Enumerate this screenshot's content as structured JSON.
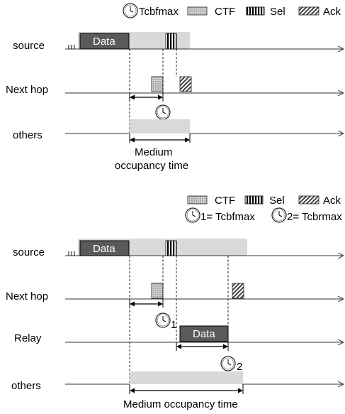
{
  "top": {
    "legend": {
      "clock_label": "Tcbfmax",
      "ctf": "CTF",
      "sel": "Sel",
      "ack": "Ack"
    },
    "rows": {
      "source": "source",
      "next_hop": "Next hop",
      "others": "others"
    },
    "data_label": "Data",
    "medium_label_line1": "Medium",
    "medium_label_line2": "occupancy time"
  },
  "bottom": {
    "legend": {
      "ctf": "CTF",
      "sel": "Sel",
      "ack": "Ack",
      "clock1_text": "1= Tcbfmax",
      "clock2_text": "2= Tcbrmax"
    },
    "rows": {
      "source": "source",
      "next_hop": "Next hop",
      "relay": "Relay",
      "others": "others"
    },
    "data_label_source": "Data",
    "data_label_relay": "Data",
    "clock1_sub": "1",
    "clock2_sub": "2",
    "medium_label": "Medium occupancy time"
  },
  "colors": {
    "data_box": "#5a5a5a",
    "occupancy": "#d9d9d9",
    "ctf_fill": "#c8c8c8"
  }
}
